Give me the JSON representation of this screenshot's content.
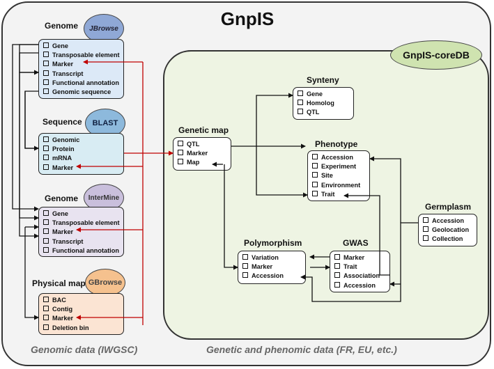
{
  "title": "GnpIS",
  "coredb_title": "GnpIS-coreDB",
  "left": {
    "genome1": {
      "title": "Genome",
      "logo": "JBrowse",
      "items": [
        "Gene",
        "Transposable element",
        "Marker",
        "Transcript",
        "Functional annotation",
        "Genomic sequence"
      ]
    },
    "sequence": {
      "title": "Sequence",
      "logo": "BLAST",
      "items": [
        "Genomic",
        "Protein",
        "mRNA",
        "Marker"
      ]
    },
    "genome2": {
      "title": "Genome",
      "logo": "InterMine",
      "items": [
        "Gene",
        "Transposable element",
        "Marker",
        "Transcript",
        "Functional annotation"
      ]
    },
    "physical": {
      "title": "Physical map",
      "logo": "GBrowse",
      "items": [
        "BAC",
        "Contig",
        "Marker",
        "Deletion bin"
      ]
    }
  },
  "core": {
    "genetic_map": {
      "title": "Genetic map",
      "items": [
        "QTL",
        "Marker",
        "Map"
      ]
    },
    "synteny": {
      "title": "Synteny",
      "items": [
        "Gene",
        "Homolog",
        "QTL"
      ]
    },
    "phenotype": {
      "title": "Phenotype",
      "items": [
        "Accession",
        "Experiment",
        "Site",
        "Environment",
        "Trait"
      ]
    },
    "germplasm": {
      "title": "Germplasm",
      "items": [
        "Accession",
        "Geolocation",
        "Collection"
      ]
    },
    "polymorphism": {
      "title": "Polymorphism",
      "items": [
        "Variation",
        "Marker",
        "Accession"
      ]
    },
    "gwas": {
      "title": "GWAS",
      "items": [
        "Marker",
        "Trait",
        "Association",
        "Accession"
      ]
    }
  },
  "footer": {
    "left": "Genomic data (IWGSC)",
    "right": "Genetic and phenomic data (FR, EU, etc.)"
  },
  "colors": {
    "outer_bg": "#f3f3f3",
    "core_bg": "#eef4e3",
    "arrow_red": "#c00000",
    "jbrowse_logo": "#8fa8d6",
    "blast_logo": "#8db9dc",
    "intermine_logo": "#c9bfdc",
    "gbrowse_logo": "#f5c18e"
  }
}
